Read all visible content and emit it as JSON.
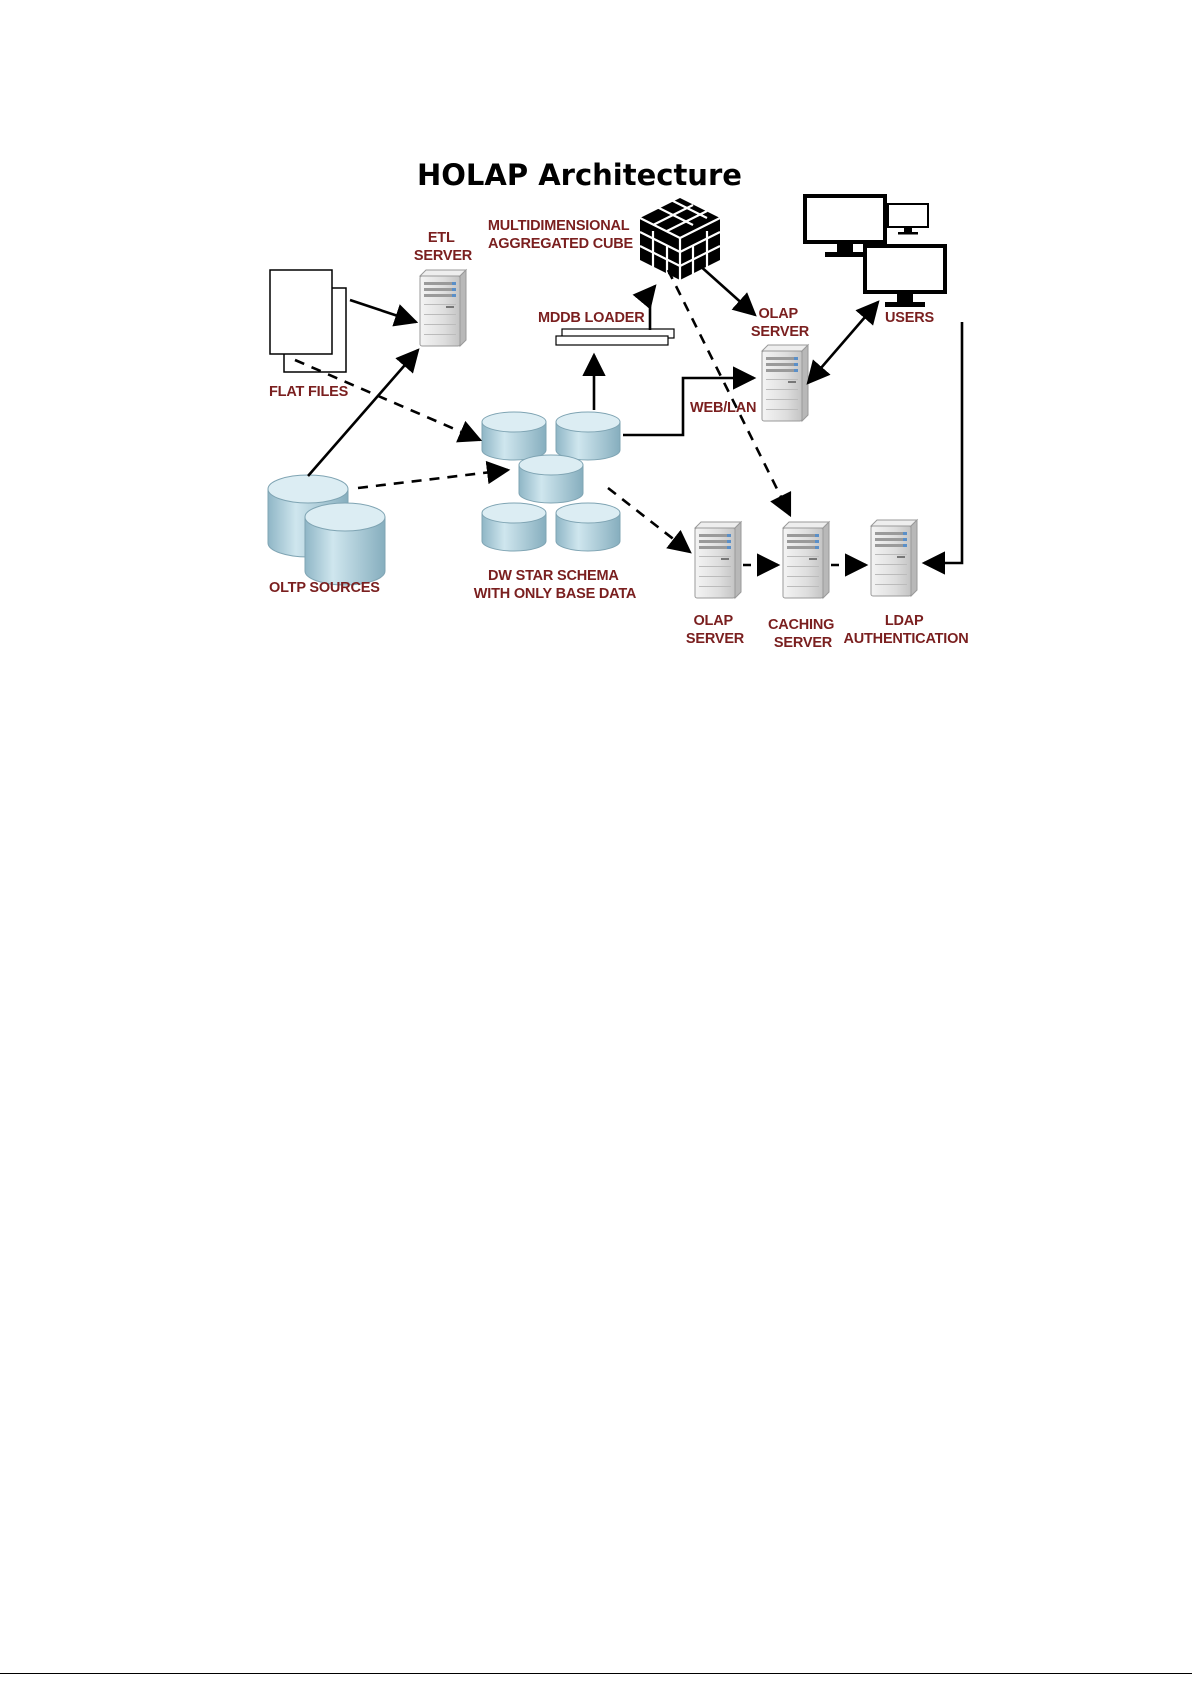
{
  "title": "HOLAP Architecture",
  "labels": {
    "etl": [
      "ETL",
      "SERVER"
    ],
    "flat_files": [
      "FLAT FILES"
    ],
    "oltp": [
      "OLTP SOURCES"
    ],
    "cube": [
      "MULTIDIMENSIONAL",
      "AGGREGATED CUBE"
    ],
    "mddb": [
      "MDDB LOADER"
    ],
    "olap_top": [
      "OLAP",
      "SERVER"
    ],
    "users": [
      "USERS"
    ],
    "weblan": [
      "WEB/LAN"
    ],
    "dw": [
      "DW STAR SCHEMA",
      "WITH ONLY BASE DATA"
    ],
    "olap_bottom": [
      "OLAP",
      "SERVER"
    ],
    "caching": [
      "CACHING",
      "SERVER"
    ],
    "ldap": [
      "LDAP",
      "AUTHENTICATION"
    ]
  },
  "colors": {
    "label": "#7a1f1f",
    "title": "#000000",
    "cylinder_top": "#d6ebf2",
    "cylinder_side": "#9fc3d1",
    "server_body": "#dcdcdc",
    "server_accent": "#5a8fc8",
    "line": "#000000"
  }
}
